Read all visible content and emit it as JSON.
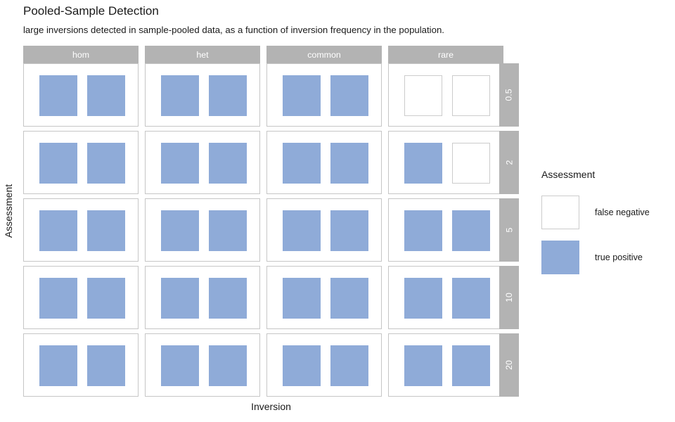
{
  "title": "Pooled-Sample Detection",
  "subtitle": "large inversions detected in sample-pooled data, as a function of inversion frequency in the population.",
  "axes": {
    "x_title": "Inversion",
    "y_title": "Assessment"
  },
  "legend": {
    "title": "Assessment",
    "items": [
      {
        "label": "false negative",
        "key": "fn",
        "color": "#ffffff"
      },
      {
        "label": "true positive",
        "key": "tp",
        "color": "#8fabd8"
      }
    ]
  },
  "colors": {
    "true_positive": "#8fabd8",
    "false_negative": "#ffffff",
    "strip_background": "#b3b3b3",
    "strip_text": "#ffffff",
    "panel_border": "#c6c6c6",
    "tile_border": "#cccccc"
  },
  "chart_data": {
    "type": "heatmap",
    "title": "Pooled-Sample Detection",
    "subtitle": "large inversions detected in sample-pooled data, as a function of inversion frequency in the population.",
    "xlabel": "Inversion",
    "ylabel": "Assessment",
    "legend_title": "Assessment",
    "legend_position": "right",
    "grid": false,
    "facet_col_var": "inversion",
    "facet_row_var": "frequency",
    "col_facets": [
      "hom",
      "het",
      "common",
      "rare"
    ],
    "row_facets": [
      "0.5",
      "2",
      "5",
      "10",
      "20"
    ],
    "tiles_per_panel": 2,
    "value_levels": [
      "false negative",
      "true positive"
    ],
    "cells": [
      {
        "row": "0.5",
        "col": "hom",
        "tiles": [
          "true positive",
          "true positive"
        ]
      },
      {
        "row": "0.5",
        "col": "het",
        "tiles": [
          "true positive",
          "true positive"
        ]
      },
      {
        "row": "0.5",
        "col": "common",
        "tiles": [
          "true positive",
          "true positive"
        ]
      },
      {
        "row": "0.5",
        "col": "rare",
        "tiles": [
          "false negative",
          "false negative"
        ]
      },
      {
        "row": "2",
        "col": "hom",
        "tiles": [
          "true positive",
          "true positive"
        ]
      },
      {
        "row": "2",
        "col": "het",
        "tiles": [
          "true positive",
          "true positive"
        ]
      },
      {
        "row": "2",
        "col": "common",
        "tiles": [
          "true positive",
          "true positive"
        ]
      },
      {
        "row": "2",
        "col": "rare",
        "tiles": [
          "true positive",
          "false negative"
        ]
      },
      {
        "row": "5",
        "col": "hom",
        "tiles": [
          "true positive",
          "true positive"
        ]
      },
      {
        "row": "5",
        "col": "het",
        "tiles": [
          "true positive",
          "true positive"
        ]
      },
      {
        "row": "5",
        "col": "common",
        "tiles": [
          "true positive",
          "true positive"
        ]
      },
      {
        "row": "5",
        "col": "rare",
        "tiles": [
          "true positive",
          "true positive"
        ]
      },
      {
        "row": "10",
        "col": "hom",
        "tiles": [
          "true positive",
          "true positive"
        ]
      },
      {
        "row": "10",
        "col": "het",
        "tiles": [
          "true positive",
          "true positive"
        ]
      },
      {
        "row": "10",
        "col": "common",
        "tiles": [
          "true positive",
          "true positive"
        ]
      },
      {
        "row": "10",
        "col": "rare",
        "tiles": [
          "true positive",
          "true positive"
        ]
      },
      {
        "row": "20",
        "col": "hom",
        "tiles": [
          "true positive",
          "true positive"
        ]
      },
      {
        "row": "20",
        "col": "het",
        "tiles": [
          "true positive",
          "true positive"
        ]
      },
      {
        "row": "20",
        "col": "common",
        "tiles": [
          "true positive",
          "true positive"
        ]
      },
      {
        "row": "20",
        "col": "rare",
        "tiles": [
          "true positive",
          "true positive"
        ]
      }
    ]
  }
}
